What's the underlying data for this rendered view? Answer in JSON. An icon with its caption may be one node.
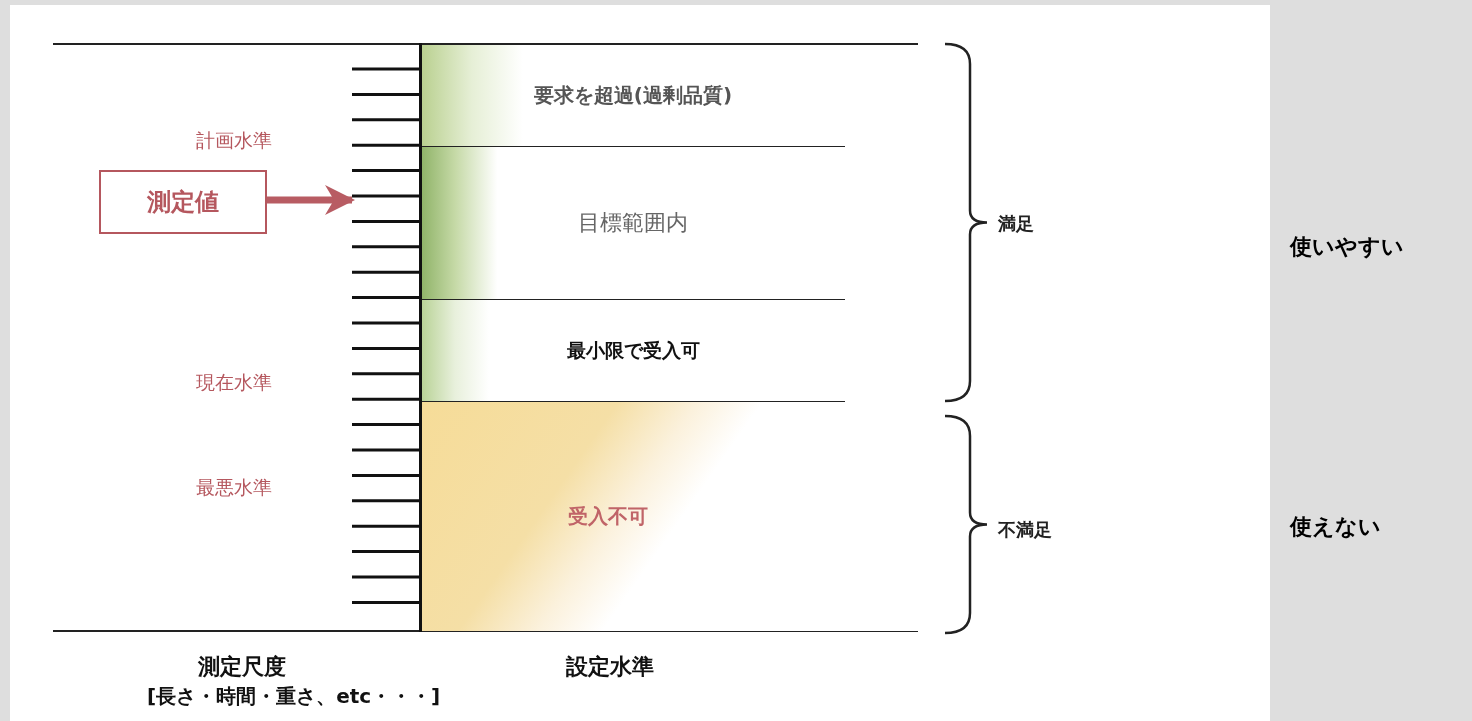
{
  "diagram": {
    "nodes": [
      {
        "text": [
          "測定値"
        ]
      },
      {
        "text": [
          "要求を超過(過剰品質)"
        ]
      },
      {
        "text": [
          "目標範囲内"
        ]
      },
      {
        "text": [
          "最小限で受入可"
        ]
      },
      {
        "text": [
          "受入不可"
        ]
      },
      {
        "text": [],
        "shape": "bar"
      }
    ],
    "edges": [
      {
        "from": 0,
        "to": 5,
        "arrow": "to",
        "color": "#b85c63"
      }
    ],
    "labels": [
      "計画水準",
      "現在水準",
      "最悪水準",
      "満足",
      "不満足",
      "測定尺度",
      "[長さ・時間・重さ、etc・・・]",
      "設定水準",
      "使いやすい",
      "使えない"
    ]
  }
}
